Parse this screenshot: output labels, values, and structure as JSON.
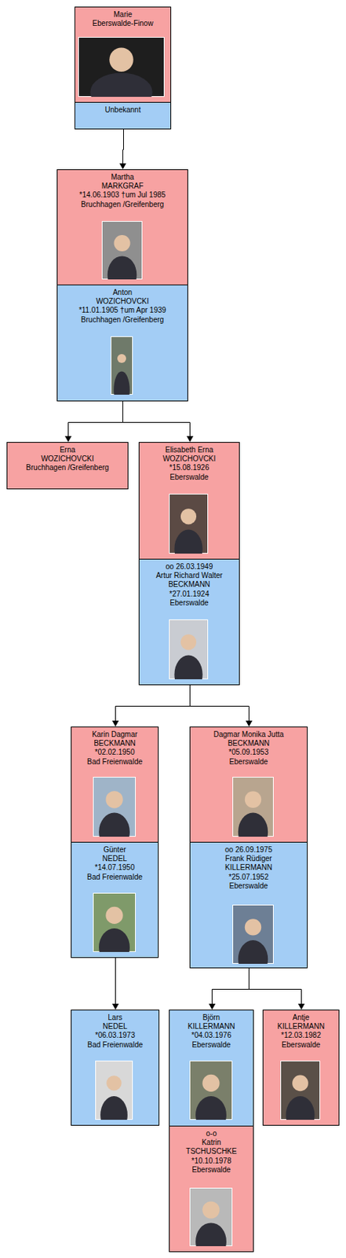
{
  "diagram": {
    "nodes": [
      {
        "text": [
          "Marie",
          "Eberswalde-Finow"
        ]
      },
      {
        "text": [
          "Unbekannt"
        ]
      },
      {
        "text": [
          "Martha",
          "MARKGRAF",
          "*14.06.1903  †um Jul 1985",
          "Bruchhagen /Greifenberg"
        ]
      },
      {
        "text": [
          "Anton",
          "WOZICHOVCKI",
          "*11.01.1905  †um Apr 1939",
          "Bruchhagen /Greifenberg"
        ]
      },
      {
        "text": [
          "Erna",
          "WOZICHOVCKI",
          "Bruchhagen /Greifenberg"
        ]
      },
      {
        "text": [
          "Elisabeth Erna",
          "WOZICHOVCKI",
          "*15.08.1926",
          "Eberswalde"
        ]
      },
      {
        "text": [
          "oo 26.03.1949",
          "Artur Richard Walter",
          "BECKMANN",
          "*27.01.1924",
          "Eberswalde"
        ]
      },
      {
        "text": [
          "Karin Dagmar",
          "BECKMANN",
          "*02.02.1950",
          "Bad Freienwalde"
        ]
      },
      {
        "text": [
          "Günter",
          "NEDEL",
          "*14.07.1950",
          "Bad Freienwalde"
        ]
      },
      {
        "text": [
          "Dagmar Monika Jutta",
          "BECKMANN",
          "*05.09.1953",
          "Eberswalde"
        ]
      },
      {
        "text": [
          "oo 26.09.1975",
          "Frank Rüdiger",
          "KILLERMANN",
          "*25.07.1952",
          "Eberswalde"
        ]
      },
      {
        "text": [
          "Lars",
          "NEDEL",
          "*06.03.1973",
          "Bad Freienwalde"
        ]
      },
      {
        "text": [
          "Björn",
          "KILLERMANN",
          "*04.03.1976",
          "Eberswalde"
        ]
      },
      {
        "text": [
          "o-o",
          "Katrin",
          "TSCHUSCHKE",
          "*10.10.1978",
          "Eberswalde"
        ]
      },
      {
        "text": [
          "Antje",
          "KILLERMANN",
          "*12.03.1982",
          "Eberswalde"
        ]
      }
    ],
    "edges": [
      {
        "from": 1,
        "to": 2,
        "arrow": "to"
      },
      {
        "from": 3,
        "to": 4,
        "arrow": "to"
      },
      {
        "from": 3,
        "to": 5,
        "arrow": "to"
      },
      {
        "from": 6,
        "to": 7,
        "arrow": "to"
      },
      {
        "from": 6,
        "to": 9,
        "arrow": "to"
      },
      {
        "from": 8,
        "to": 11,
        "arrow": "to"
      },
      {
        "from": 10,
        "to": 12,
        "arrow": "to"
      },
      {
        "from": 10,
        "to": 14,
        "arrow": "to"
      }
    ]
  }
}
